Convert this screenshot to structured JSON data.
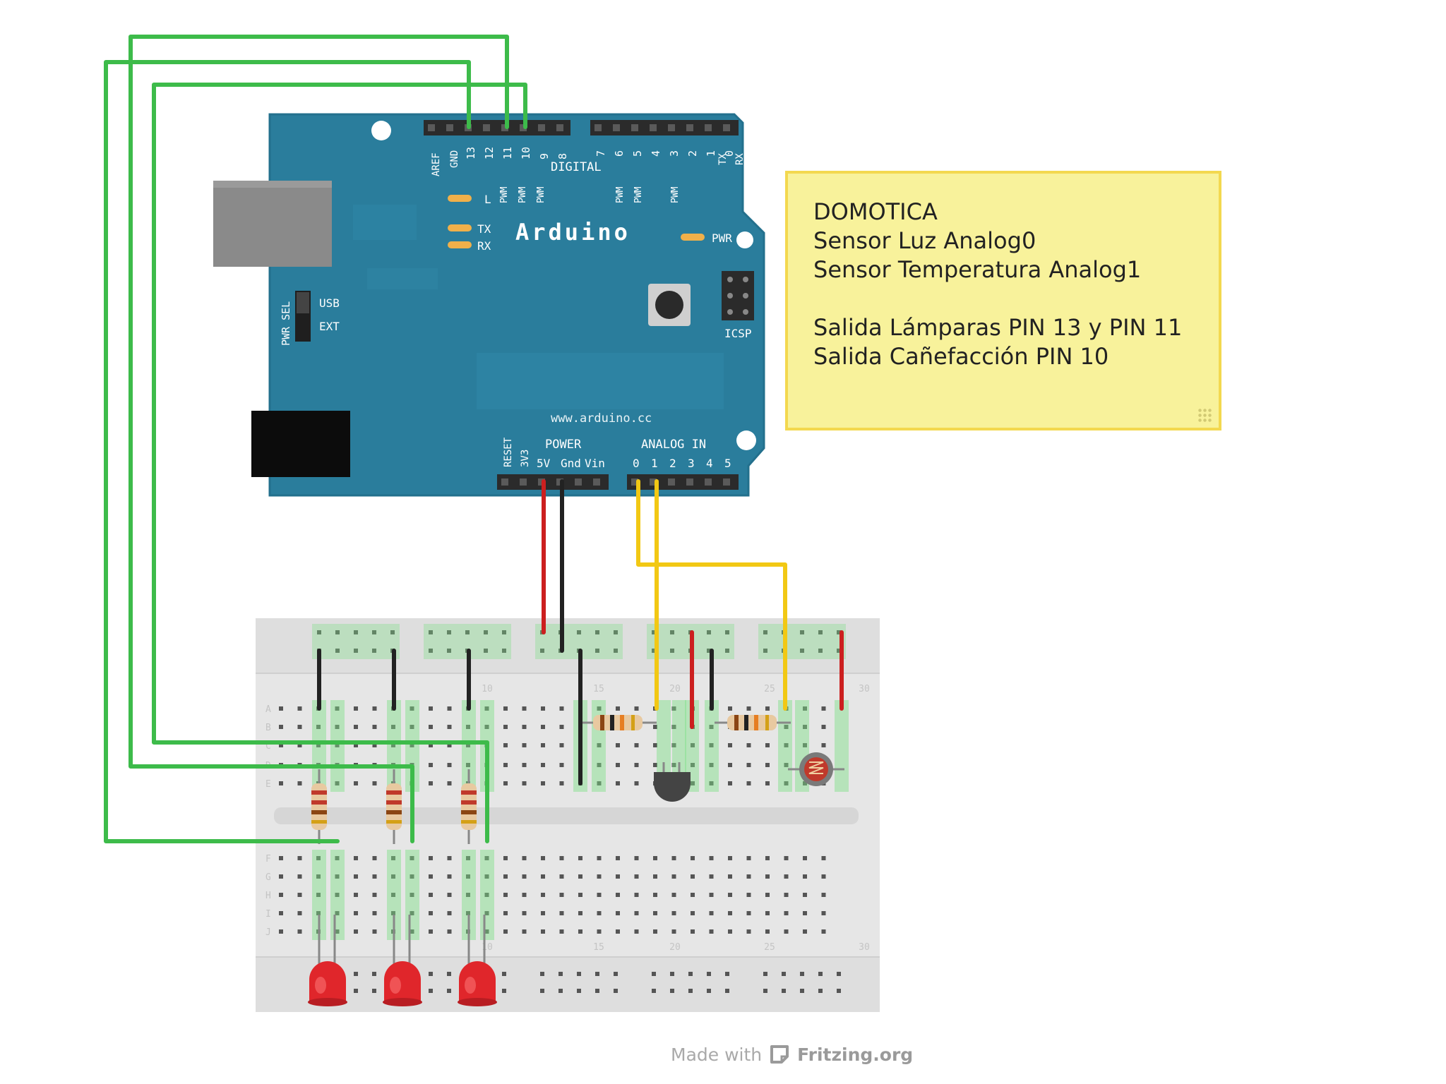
{
  "arduino": {
    "brand": "Arduino",
    "website": "www.arduino.cc",
    "digital_header_label": "DIGITAL",
    "power_header_label": "POWER",
    "analog_header_label": "ANALOG IN",
    "aref_label": "AREF",
    "gnd_label": "GND",
    "digital_pins_high": [
      "13",
      "12",
      "11",
      "10",
      "9",
      "8"
    ],
    "digital_pins_low": [
      "7",
      "6",
      "5",
      "4",
      "3",
      "2",
      "1",
      "0"
    ],
    "tx_pin_label": "TX",
    "rx_pin_label": "RX",
    "pwm_label": "PWM",
    "led_l_label": "L",
    "led_tx_label": "TX",
    "led_rx_label": "RX",
    "pwr_led_label": "PWR",
    "icsp_label": "ICSP",
    "pwr_sel_label": "PWR SEL",
    "usb_label": "USB",
    "ext_label": "EXT",
    "reset_label": "RESET",
    "v33_label": "3V3",
    "power_pins": [
      "5V",
      "Gnd",
      "Vin"
    ],
    "analog_pins": [
      "0",
      "1",
      "2",
      "3",
      "4",
      "5"
    ]
  },
  "breadboard": {
    "column_numbers": [
      "10",
      "15",
      "20",
      "25",
      "30"
    ],
    "row_letters_top": [
      "A",
      "B",
      "C",
      "D",
      "E"
    ],
    "row_letters_bottom": [
      "F",
      "G",
      "H",
      "I",
      "J"
    ]
  },
  "note": {
    "lines": [
      "DOMOTICA",
      "Sensor Luz Analog0",
      "Sensor Temperatura Analog1",
      "",
      "Salida Lámparas PIN 13 y PIN 11",
      "Salida Cañefacción PIN 10"
    ]
  },
  "footer": {
    "made_with": "Made with",
    "brand": "Fritzing.org"
  },
  "colors": {
    "board": "#2a7d9c",
    "wire_green": "#3dbb4a",
    "wire_yellow": "#f2c814",
    "wire_red": "#cc1f1f",
    "wire_black": "#222222",
    "led_red": "#e0262b",
    "note_bg": "#f8f29b",
    "note_border": "#f3d84f"
  }
}
